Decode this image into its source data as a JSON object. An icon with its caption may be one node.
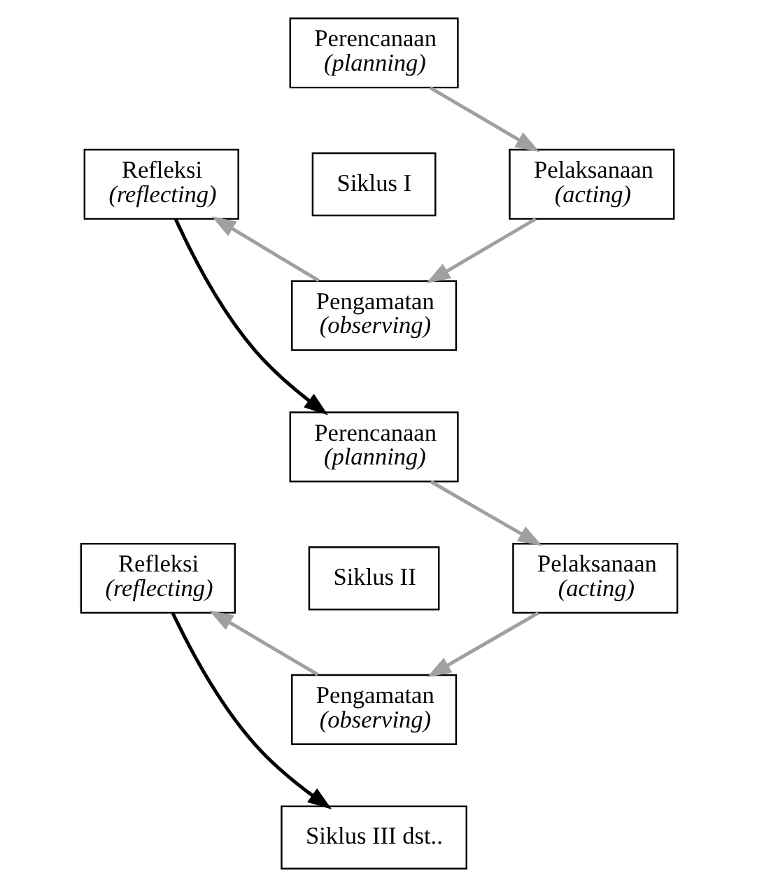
{
  "diagram": {
    "nodes": [
      {
        "text": [
          "Perencanaan",
          "(planning)"
        ]
      },
      {
        "text": [
          "Refleksi",
          "(reflecting)"
        ]
      },
      {
        "text": [
          "Siklus I"
        ]
      },
      {
        "text": [
          "Pelaksanaan",
          "(acting)"
        ]
      },
      {
        "text": [
          "Pengamatan",
          "(observing)"
        ]
      },
      {
        "text": [
          "Perencanaan",
          "(planning)"
        ]
      },
      {
        "text": [
          "Refleksi",
          "(reflecting)"
        ]
      },
      {
        "text": [
          "Siklus II"
        ]
      },
      {
        "text": [
          "Pelaksanaan",
          "(acting)"
        ]
      },
      {
        "text": [
          "Pengamatan",
          "(observing)"
        ]
      },
      {
        "text": [
          "Siklus III dst.."
        ]
      }
    ],
    "edges": [
      {
        "from": 0,
        "to": 3,
        "arrow": "to"
      },
      {
        "from": 3,
        "to": 4,
        "arrow": "to"
      },
      {
        "from": 4,
        "to": 1,
        "arrow": "to"
      },
      {
        "from": 1,
        "to": 5,
        "arrow": "to",
        "color": "#000000"
      },
      {
        "from": 5,
        "to": 8,
        "arrow": "to"
      },
      {
        "from": 8,
        "to": 9,
        "arrow": "to"
      },
      {
        "from": 9,
        "to": 6,
        "arrow": "to"
      },
      {
        "from": 6,
        "to": 10,
        "arrow": "to",
        "color": "#000000"
      }
    ]
  }
}
